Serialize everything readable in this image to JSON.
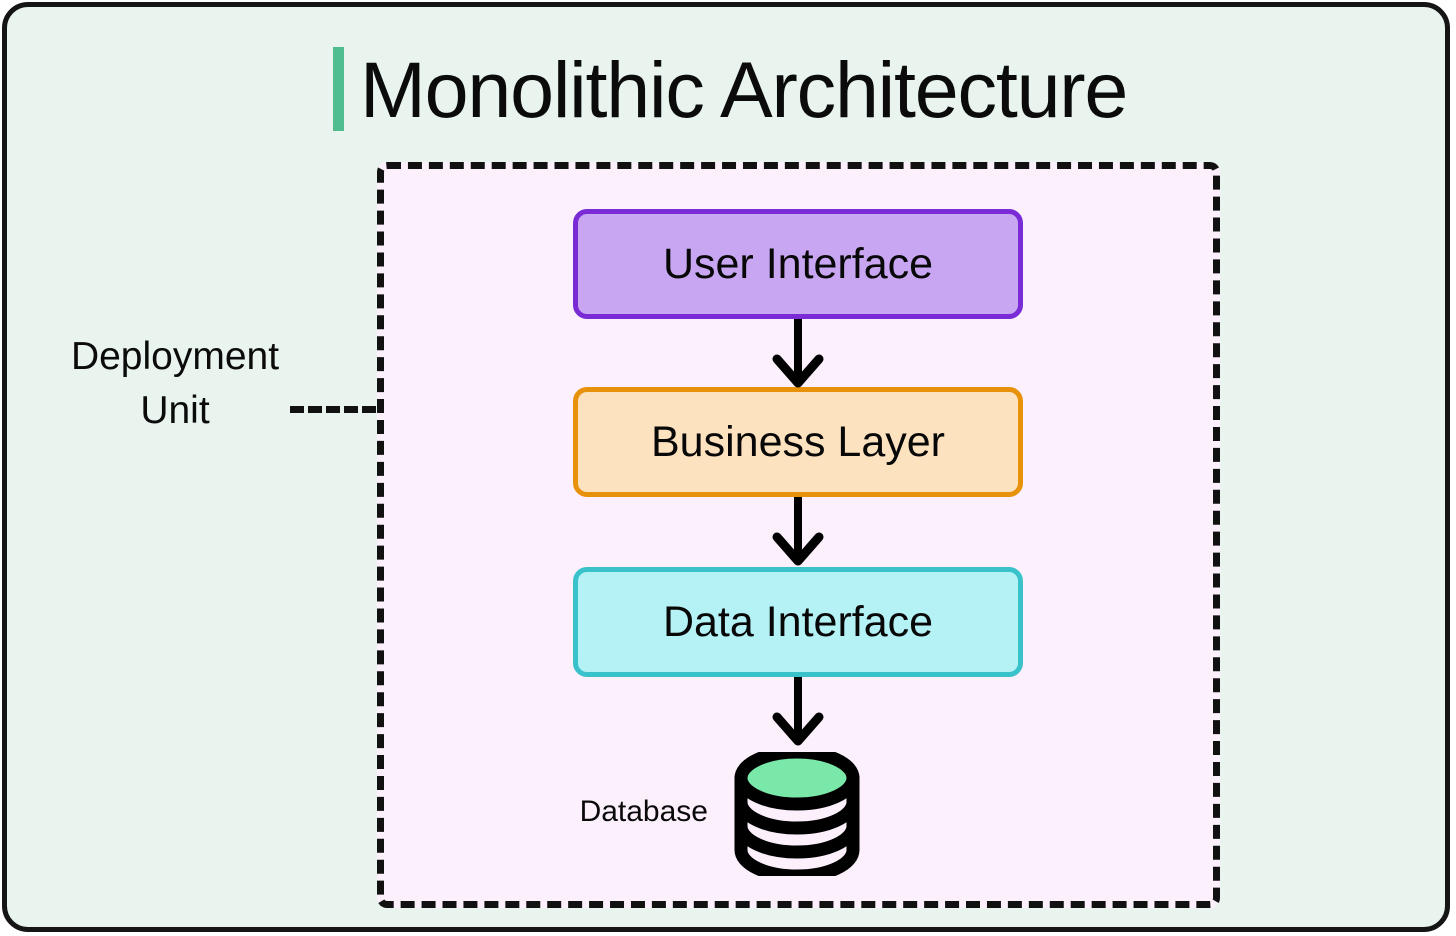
{
  "title": {
    "text": "Monolithic Architecture",
    "accent_color": "#4fbd8e"
  },
  "page": {
    "background_color": "#e9f4ef",
    "border_color": "#151515"
  },
  "deployment": {
    "label_line1": "Deployment",
    "label_line2": "Unit",
    "container_fill": "#fdf0fd",
    "container_border_color": "#111111",
    "container_border_style": "dashed"
  },
  "layers": [
    {
      "name": "user-interface",
      "label": "User Interface",
      "fill": "#c8a6f2",
      "border": "#7a2bd6"
    },
    {
      "name": "business-layer",
      "label": "Business Layer",
      "fill": "#fde2c0",
      "border": "#e8920c"
    },
    {
      "name": "data-interface",
      "label": "Data Interface",
      "fill": "#b4f2f6",
      "border": "#3ac2cb"
    }
  ],
  "database": {
    "label": "Database",
    "icon": "database-cylinder-icon",
    "top_fill": "#79e8a8",
    "outline": "#000000"
  },
  "arrows": [
    {
      "name": "arrow-ui-to-business",
      "from": "user-interface",
      "to": "business-layer",
      "direction": "down"
    },
    {
      "name": "arrow-business-to-data",
      "from": "business-layer",
      "to": "data-interface",
      "direction": "down"
    },
    {
      "name": "arrow-data-to-database",
      "from": "data-interface",
      "to": "database",
      "direction": "down"
    }
  ]
}
